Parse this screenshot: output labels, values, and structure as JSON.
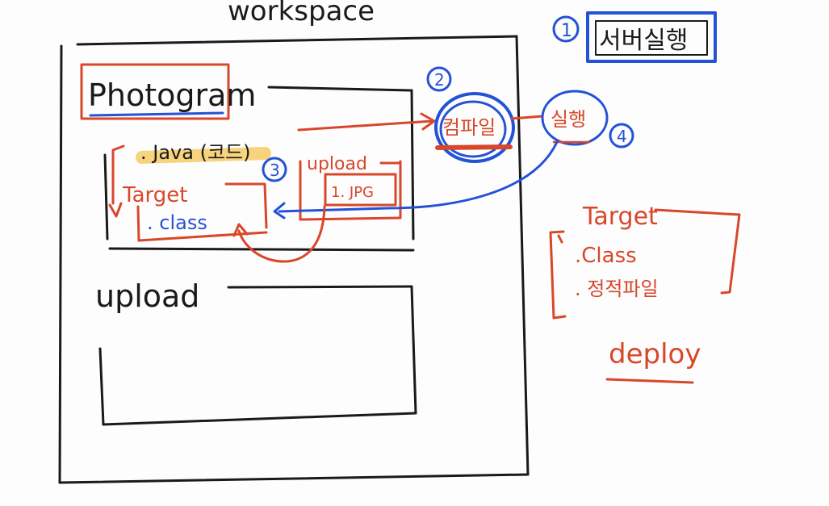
{
  "colors": {
    "black": "#1a1a1a",
    "red": "#d9472b",
    "blue": "#2452d6",
    "highlight": "#f6c453"
  },
  "workspace_label": "workspace",
  "photogram": {
    "title": "Photogram",
    "java_code": ". Java (코드)",
    "target": {
      "title": "Target",
      "class_item": ". class"
    },
    "upload": {
      "title": "upload",
      "file": "1. JPG"
    }
  },
  "upload_folder_label": "upload",
  "steps": {
    "step1": {
      "number": "1",
      "label": "서버실행"
    },
    "step2": {
      "number": "2",
      "label": "컴파일"
    },
    "step3": {
      "number": "3"
    },
    "step4": {
      "number": "4",
      "label": "실행"
    }
  },
  "deploy_target": {
    "title": "Target",
    "items": [
      ".Class",
      ". 정적파일"
    ],
    "label": "deploy"
  }
}
